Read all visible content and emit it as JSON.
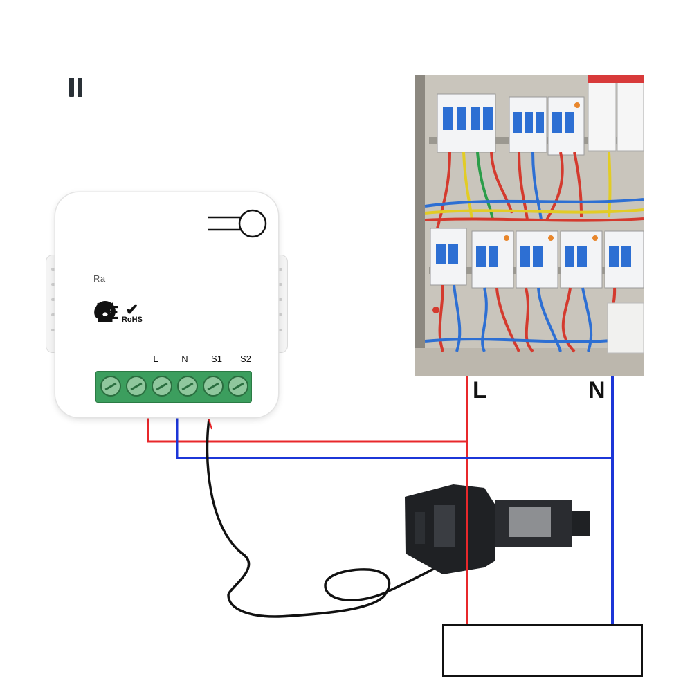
{
  "device": {
    "brand_text": "Ra",
    "cert_ce": "CE",
    "cert_rohs": "RoHS",
    "terminals": [
      "L",
      "N",
      "S1",
      "S2"
    ],
    "screw_count": 6
  },
  "labels": {
    "line": "L",
    "neutral": "N"
  },
  "colors": {
    "live_wire": "#e8282b",
    "neutral_wire": "#1c36d8",
    "sensor_cable": "#111111",
    "terminal_green": "#3c9e5e",
    "clamp_body": "#1f2124"
  },
  "icons": [
    "ce-mark-icon",
    "rohs-icon",
    "green-dot-icon",
    "recycle-icon",
    "house-icon",
    "crossed-bin-icon"
  ]
}
